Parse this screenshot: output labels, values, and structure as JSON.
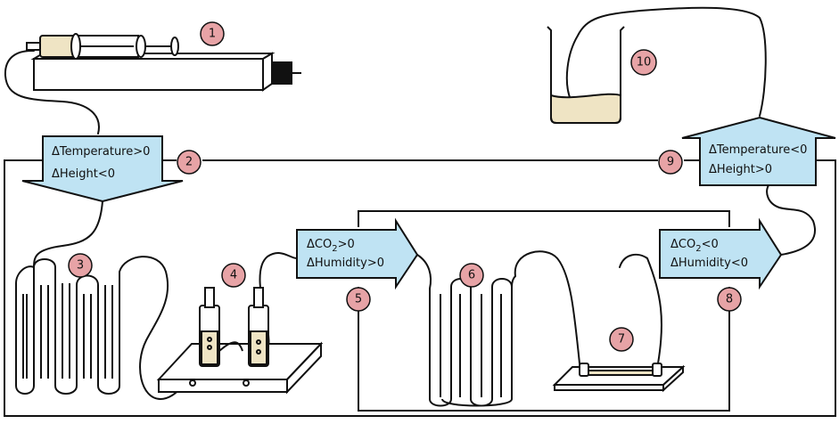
{
  "colors": {
    "arrow_fill": "#bfe3f3",
    "badge_fill": "#e7a3a6",
    "liquid_fill": "#efe4c4",
    "stroke": "#111111"
  },
  "badges": [
    "1",
    "2",
    "3",
    "4",
    "5",
    "6",
    "7",
    "8",
    "9",
    "10"
  ],
  "arrows": {
    "a2": {
      "line1": "ΔTemperature>0",
      "line2": "ΔHeight<0"
    },
    "a5": {
      "line1": "ΔCO",
      "line1_sub": "2",
      "line1_tail": ">0",
      "line2": "ΔHumidity>0"
    },
    "a8": {
      "line1": "ΔCO",
      "line1_sub": "2",
      "line1_tail": "<0",
      "line2": "ΔHumidity<0"
    },
    "a9": {
      "line1": "ΔTemperature<0",
      "line2": "ΔHeight>0"
    }
  },
  "icons": {
    "syringe_pump": "syringe-pump-icon",
    "beaker": "beaker-icon",
    "bubblers": "gas-bubbler-icon",
    "microfluidic_chip": "microfluidic-chip-icon"
  }
}
